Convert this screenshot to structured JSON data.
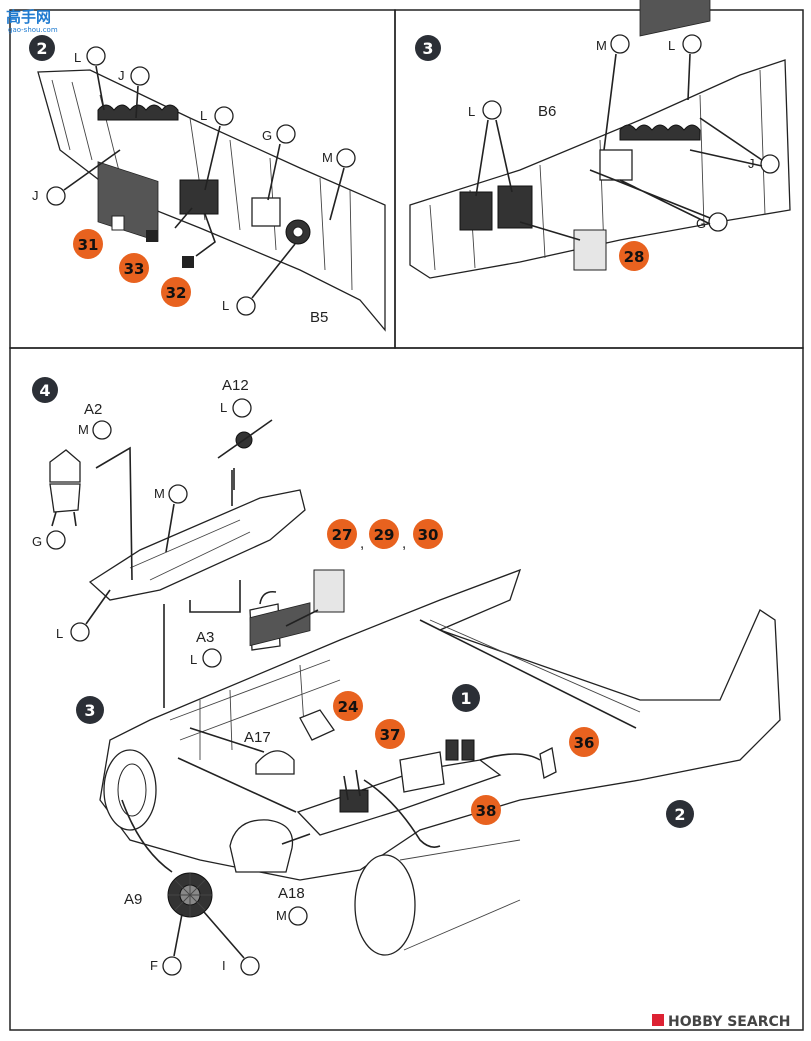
{
  "watermark": {
    "logo": "高手网",
    "url": "gao-shou.com"
  },
  "footer": {
    "brand": "HOBBY SEARCH"
  },
  "steps": {
    "s2": "2",
    "s3": "3",
    "s4": "4"
  },
  "panel2": {
    "parts": {
      "b5": "B5"
    },
    "paints": {
      "l1": "L",
      "j1": "J",
      "l2": "L",
      "g1": "G",
      "m1": "M",
      "j2": "J",
      "l3": "L"
    },
    "decals": {
      "d31": "31",
      "d33": "33",
      "d32": "32"
    }
  },
  "panel3": {
    "parts": {
      "b6": "B6"
    },
    "paints": {
      "m1": "M",
      "l1": "L",
      "l2": "L",
      "j1": "J",
      "g1": "G"
    },
    "decals": {
      "d28": "28"
    }
  },
  "panel4": {
    "parts": {
      "a2": "A2",
      "a12": "A12",
      "a3": "A3",
      "a17": "A17",
      "a9": "A9",
      "a18": "A18"
    },
    "paints": {
      "l_a12": "L",
      "m_a2": "M",
      "m_canopy": "M",
      "g1": "G",
      "l1": "L",
      "l_a3": "L",
      "m_a18": "M",
      "f1": "F",
      "i1": "I"
    },
    "decals": {
      "d27": "27",
      "d29": "29",
      "d30": "30",
      "d24": "24",
      "d37": "37",
      "d36": "36",
      "d38": "38"
    },
    "separators": {
      "c1": ",",
      "c2": ","
    },
    "sub_steps": {
      "s1": "1",
      "s2": "2",
      "s3": "3"
    }
  },
  "colors": {
    "decal": "#e8621f",
    "step": "#2b2f36",
    "watermark": "#1f7bd0"
  }
}
